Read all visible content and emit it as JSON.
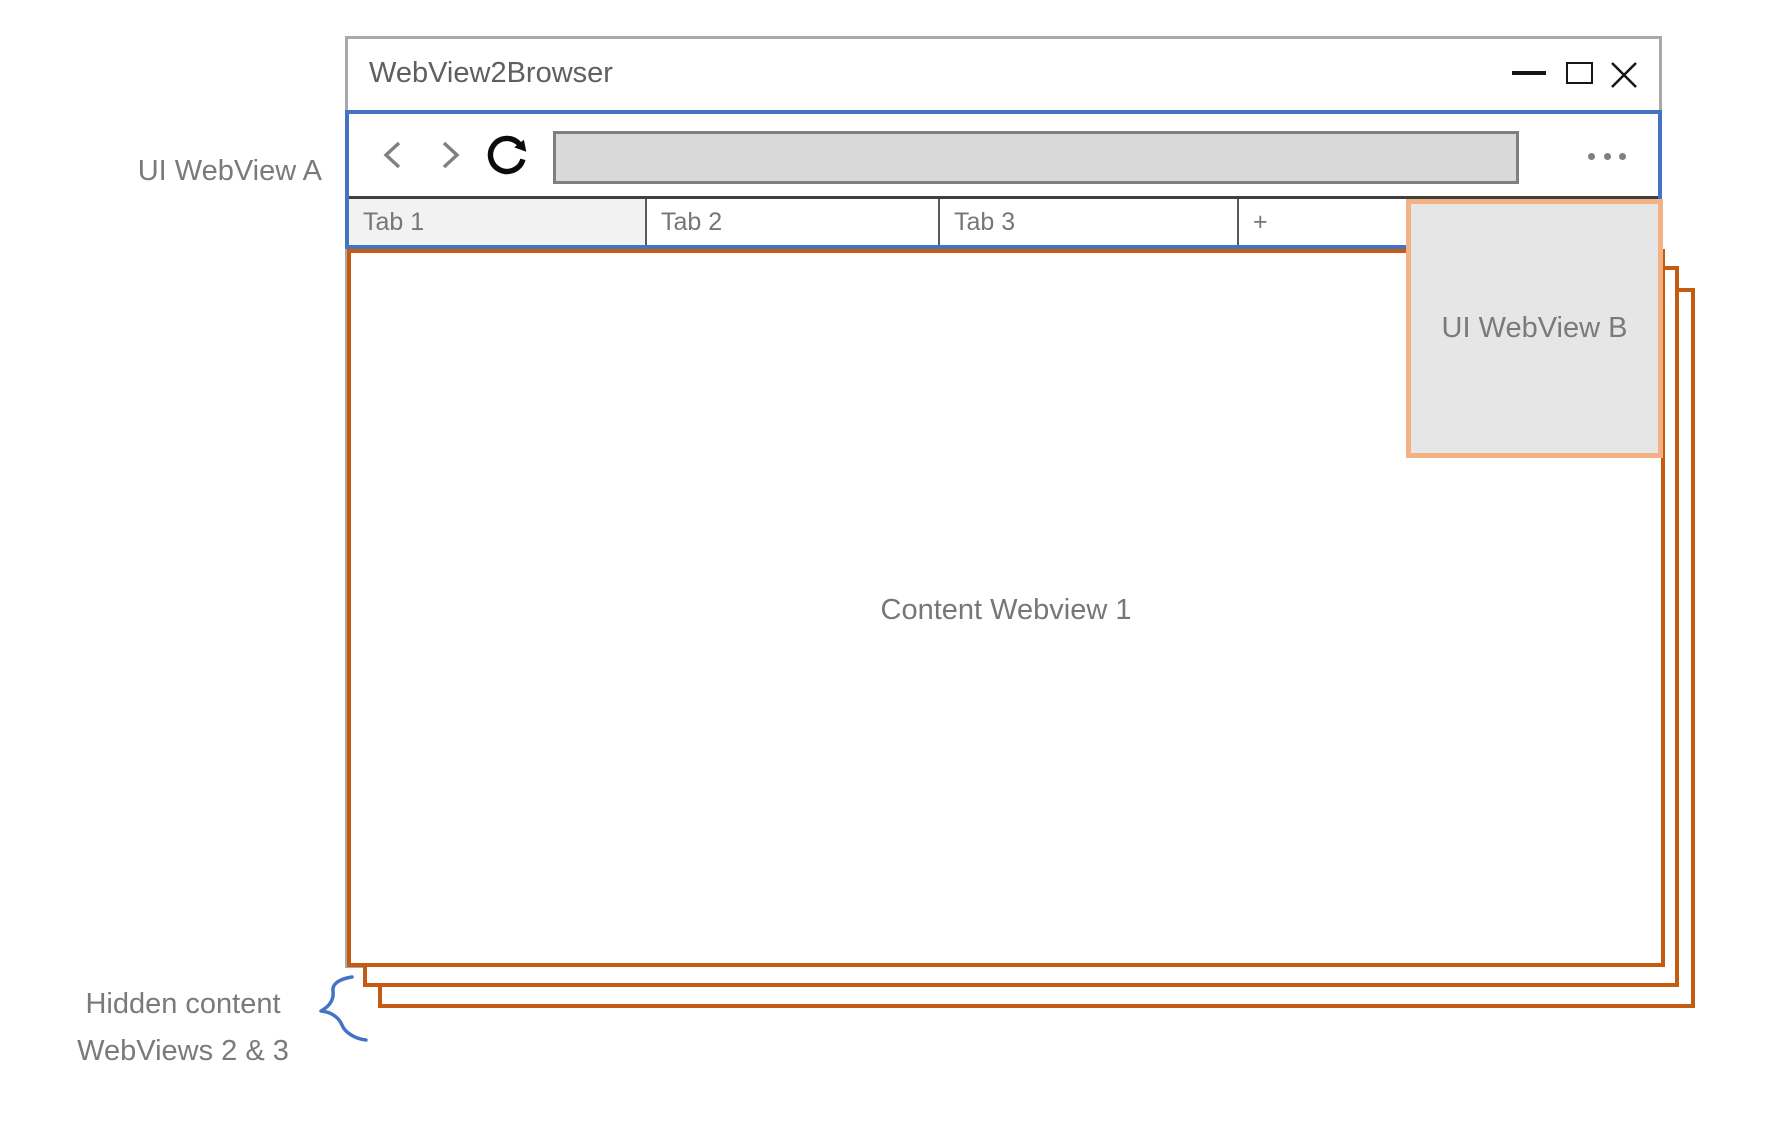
{
  "window": {
    "title": "WebView2Browser",
    "controls": {
      "minimize": "minimize-icon",
      "maximize": "maximize-icon",
      "close": "close-icon"
    }
  },
  "navbar": {
    "back_icon": "chevron-left",
    "forward_icon": "chevron-right",
    "refresh_icon": "refresh-clockwise-arrow",
    "address_value": "",
    "overflow_icon": "ellipsis"
  },
  "tabs": [
    {
      "label": "Tab 1",
      "active": true
    },
    {
      "label": "Tab 2",
      "active": false
    },
    {
      "label": "Tab 3",
      "active": false
    },
    {
      "label": "+",
      "active": false
    }
  ],
  "annotations": {
    "ui_webview_a": "UI WebView A",
    "ui_webview_b": "UI WebView B",
    "content_webview_1": "Content Webview 1",
    "hidden_webviews_line1": "Hidden content",
    "hidden_webviews_line2": "WebViews 2 & 3"
  },
  "colors": {
    "frame_border": "#A9A9A9",
    "ui_webview_a_border": "#4472C4",
    "content_webview_border": "#C55A11",
    "ui_webview_b_border": "#F4B183",
    "ui_webview_b_fill": "#E7E6E6",
    "address_bar_fill": "#D9D9D9",
    "address_bar_border": "#7F7F7F",
    "active_tab_fill": "#F2F2F2",
    "tabbar_top_line": "#3F3F3F",
    "tab_divider": "#595959",
    "annotation_text": "#7A7A7A",
    "brace_blue": "#4472C4"
  }
}
